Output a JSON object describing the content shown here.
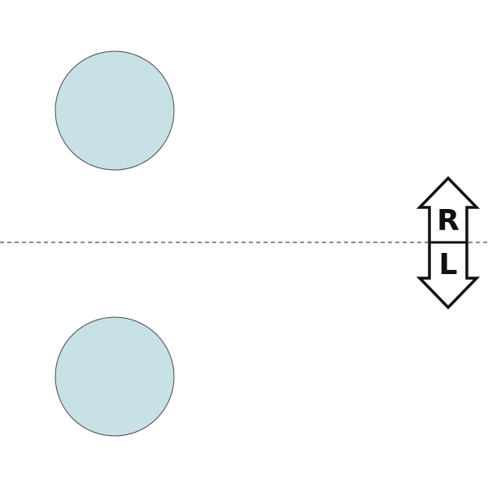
{
  "diagram": {
    "labels": {
      "top": "R",
      "bottom": "L"
    },
    "colors": {
      "circle_fill": "#c8e1e7",
      "circle_stroke": "#4a4a4a",
      "axis_line": "#666666",
      "arrow_stroke": "#111111",
      "arrow_fill": "#ffffff",
      "label_text": "#111111"
    },
    "axis_style": "dashed"
  }
}
